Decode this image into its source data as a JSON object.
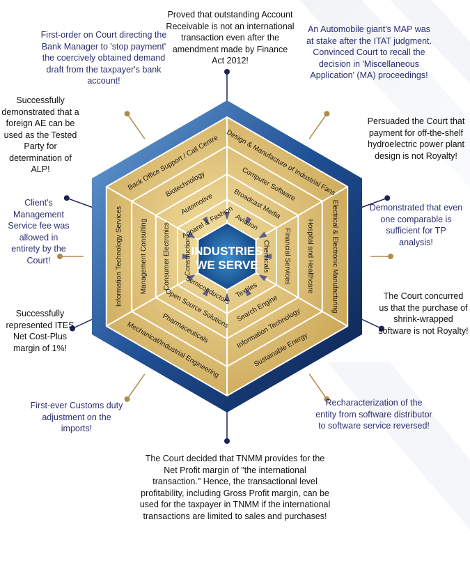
{
  "center": {
    "line1": "INDUSTRIES",
    "line2": "WE SERVE"
  },
  "colors": {
    "navy": "#2a2f6e",
    "outer_blue": "#1f4f94",
    "gold": "#d5b562",
    "node": "#1e2356",
    "connector": "#b08a4a"
  },
  "rings": {
    "outer": [
      "Design & Manufacture of Industrial Fans",
      "Electrical & Electronic Manufacturing",
      "Sustainable Energy",
      "Mechanical/Industrial Engineering",
      "Information Technology Services",
      "Back Office Support / Call Centre"
    ],
    "second": [
      "Computer Software",
      "Hospital and Healthcare",
      "Information Technology",
      "Pharmaceuticals",
      "Management Consulting",
      "Biotechnology"
    ],
    "third": [
      "Broadcast Media",
      "Financial Services",
      "Search Engine",
      "Open Source Solutions",
      "Consumer Electronics",
      "Automotive"
    ],
    "inner": [
      "Aviation",
      "Chemicals",
      "Textiles",
      "Semiconductors",
      "Construction",
      "Apparel & Fashion"
    ]
  },
  "notes": [
    "Proved that outstanding Account Receivable is not an international transaction even after the amendment made by Finance Act 2012!",
    "An Automobile giant's MAP was at stake after the ITAT judgment. Convinced Court to recall the decision in 'Miscellaneous Application' (MA) proceedings!",
    "Persuaded the Court that payment for off-the-shelf hydroelectric power plant design is not Royalty!",
    "Demonstrated that even one comparable is sufficient for TP analysis!",
    "The Court concurred us that the purchase of shrink-wrapped software is not Royalty!",
    "Recharacterization of the entity from software distributor to software service reversed!",
    "The Court decided that TNMM provides for the Net Profit margin of \"the international transaction.\" Hence, the transactional level profitability, including Gross Profit margin, can be used for the taxpayer in TNMM if the international transactions are limited to sales and purchases!",
    "First-ever Customs duty adjustment on the imports!",
    "Successfully represented ITES Net Cost-Plus margin of  1%!",
    "Client's Management Service fee was allowed in entirety by the Court!",
    "Successfully demonstrated that a foreign AE can be used as the Tested Party for determination of ALP!",
    "First-order on Court directing the Bank Manager to 'stop payment' the coercively obtained demand draft from the taxpayer's bank account!"
  ]
}
